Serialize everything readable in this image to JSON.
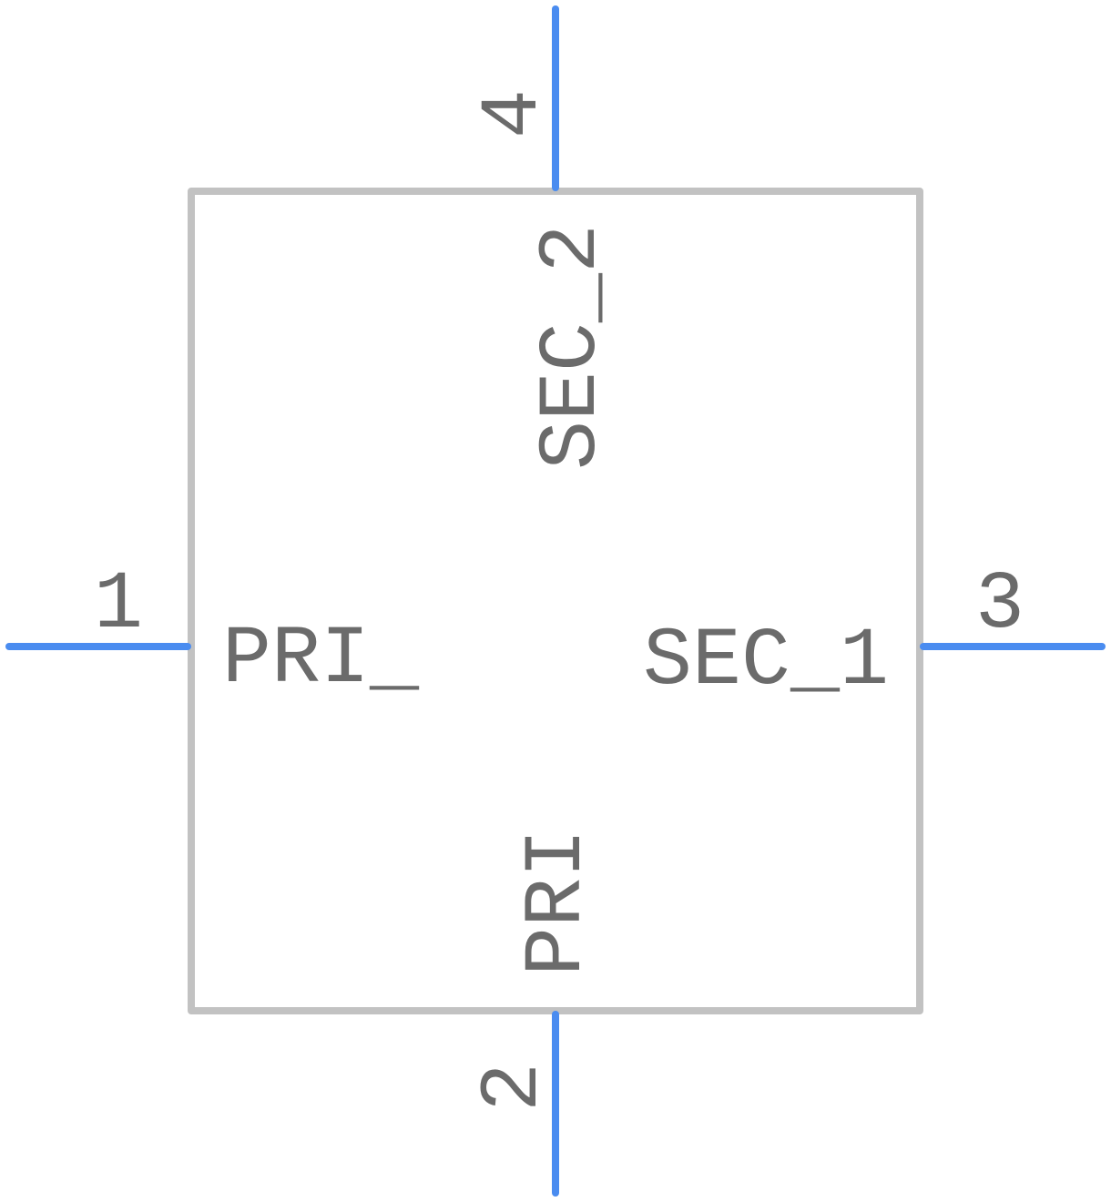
{
  "diagram": {
    "colors": {
      "body_outline": "#c2c2c2",
      "pin": "#4a8cf0",
      "text": "#6b6b6b",
      "background": "#ffffff"
    },
    "pins": [
      {
        "number": "1",
        "name": "PRI_"
      },
      {
        "number": "2",
        "name": "PRI"
      },
      {
        "number": "3",
        "name": "SEC_1"
      },
      {
        "number": "4",
        "name": "SEC_2"
      }
    ]
  }
}
